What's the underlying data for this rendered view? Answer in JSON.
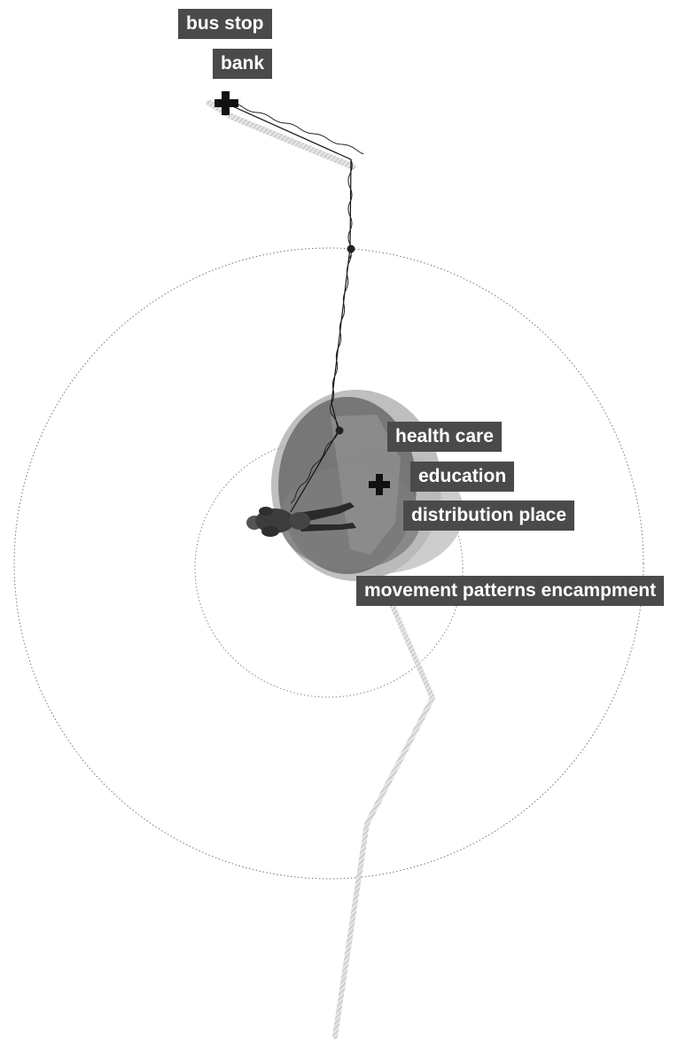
{
  "labels": {
    "bus_stop": "bus stop",
    "bank": "bank",
    "health_care": "health care",
    "education": "education",
    "distribution_place": "distribution place",
    "movement_patterns": "movement patterns encampment"
  },
  "colors": {
    "label_bg": "#4a4a4a",
    "label_text": "#ffffff",
    "zone_dark": "#5a5a5a",
    "zone_light": "#b5b5b5",
    "path_black": "#111111",
    "path_grey": "#c8c8c8",
    "circle_dotted": "#777777"
  },
  "icons": {
    "top_marker": "plus-icon",
    "center_marker": "plus-icon",
    "figure": "walking-person-figure"
  }
}
